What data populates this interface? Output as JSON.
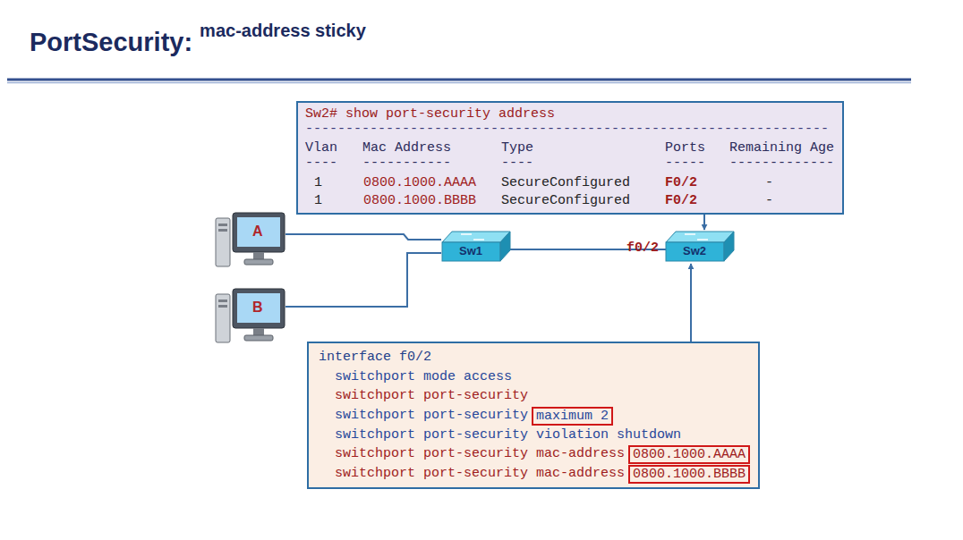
{
  "diagram": {
    "title": "PortSecurity:",
    "nodes": [
      {
        "text": [
          "Sw2# show port-security address",
          "-----------------------------------------------------------------",
          "Vlan",
          "Mac Address",
          "Type",
          "Ports",
          "Remaining Age",
          "----",
          "-----------",
          "----",
          "-----",
          "-------------",
          "1",
          "0800.1000.AAAA",
          "SecureConfigured",
          "F0/2",
          "-",
          "1",
          "0800.1000.BBBB",
          "SecureConfigured",
          "F0/2",
          "-"
        ]
      },
      {
        "text": [
          "A"
        ]
      },
      {
        "text": [
          "B"
        ]
      },
      {
        "text": [
          "Sw1"
        ]
      },
      {
        "text": [
          "Sw2"
        ]
      },
      {
        "text": [
          "interface f0/2",
          "switchport mode access",
          "switchport port-security",
          "switchport port-security",
          "maximum 2",
          "switchport port-security violation shutdown",
          "switchport port-security mac-address",
          "0800.1000.AAAA",
          "switchport port-security mac-address",
          "0800.1000.BBBB"
        ]
      }
    ],
    "edges": [
      {
        "from": 1,
        "to": 3,
        "arrow": "none"
      },
      {
        "from": 2,
        "to": 3,
        "arrow": "none"
      },
      {
        "from": 3,
        "to": 4,
        "arrow": "none"
      },
      {
        "from": 0,
        "to": 4,
        "arrow": "to"
      },
      {
        "from": 5,
        "to": 4,
        "arrow": "to"
      }
    ],
    "labels": [
      "mac-address sticky",
      "f0/2"
    ]
  }
}
